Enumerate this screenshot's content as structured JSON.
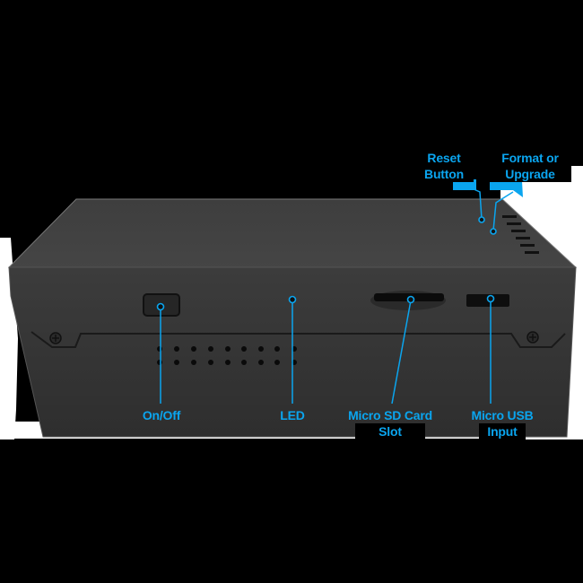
{
  "image": {
    "subject": "Black rectangular mini camera/DVR box, front view with labeled ports",
    "background": "#000000",
    "accent_color": "#0aa5ef",
    "device_color": "#3a3a3a"
  },
  "callouts": {
    "top": [
      {
        "id": "reset",
        "label_line1": "Reset",
        "label_line2": "Button"
      },
      {
        "id": "format",
        "label_line1": "Format or",
        "label_line2": "Upgrade"
      }
    ],
    "bottom": [
      {
        "id": "onoff",
        "label_line1": "On/Off",
        "label_line2": ""
      },
      {
        "id": "led",
        "label_line1": "LED",
        "label_line2": ""
      },
      {
        "id": "sd",
        "label_line1": "Micro SD Card",
        "label_line2": "Slot"
      },
      {
        "id": "usb",
        "label_line1": "Micro USB",
        "label_line2": "Input"
      }
    ]
  }
}
